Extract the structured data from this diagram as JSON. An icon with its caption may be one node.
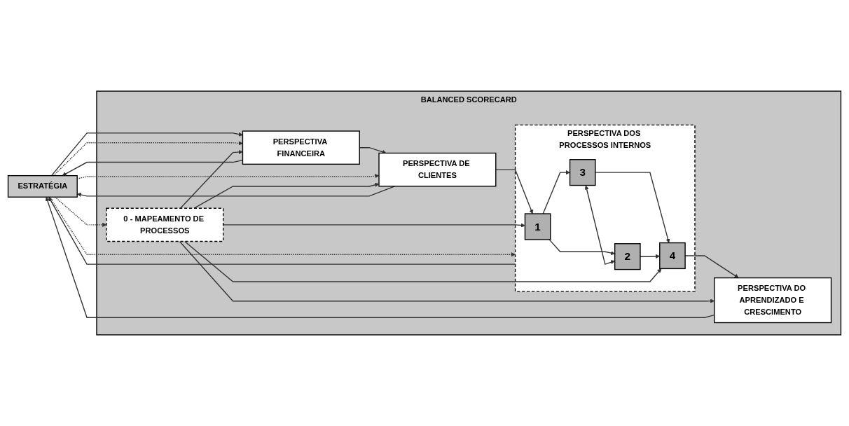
{
  "diagram": {
    "nodes": [
      {
        "text": [
          "ESTRATÉGIA"
        ]
      },
      {
        "text": [
          "BALANCED SCORECARD"
        ]
      },
      {
        "text": [
          "PERSPECTIVA FINANCEIRA"
        ],
        "in": 1
      },
      {
        "text": [
          "PERSPECTIVA DE CLIENTES"
        ],
        "in": 1
      },
      {
        "text": [
          "PERSPECTIVA DOS PROCESSOS INTERNOS"
        ],
        "in": 1
      },
      {
        "text": [
          "1"
        ],
        "in": 4
      },
      {
        "text": [
          "3"
        ],
        "in": 4
      },
      {
        "text": [
          "2"
        ],
        "in": 4
      },
      {
        "text": [
          "4"
        ],
        "in": 4
      },
      {
        "text": [
          "PERSPECTIVA DO APRENDIZADO E CRESCIMENTO"
        ],
        "in": 1
      },
      {
        "text": [
          "0 - MAPEAMENTO DE PROCESSOS"
        ],
        "in": 1
      }
    ],
    "edges": [
      {
        "from": 0,
        "to": 2,
        "arrow": "to"
      },
      {
        "from": 0,
        "to": 10,
        "arrow": "to",
        "style": "dashed"
      },
      {
        "from": 2,
        "to": 3,
        "arrow": "to"
      },
      {
        "from": 3,
        "to": 5,
        "arrow": "to"
      },
      {
        "from": 5,
        "to": 6,
        "arrow": "to"
      },
      {
        "from": 5,
        "to": 7,
        "arrow": "to"
      },
      {
        "from": 6,
        "to": 8,
        "arrow": "to"
      },
      {
        "from": 7,
        "to": 8,
        "arrow": "to"
      },
      {
        "from": 6,
        "to": 7,
        "arrow": "both"
      },
      {
        "from": 8,
        "to": 9,
        "arrow": "to"
      },
      {
        "from": 2,
        "to": 0,
        "arrow": "to"
      },
      {
        "from": 3,
        "to": 0,
        "arrow": "to"
      },
      {
        "from": 4,
        "to": 0,
        "arrow": "to"
      },
      {
        "from": 9,
        "to": 0,
        "arrow": "to"
      },
      {
        "from": 0,
        "to": 2,
        "arrow": "to",
        "style": "dashed"
      },
      {
        "from": 0,
        "to": 3,
        "arrow": "to",
        "style": "dashed"
      },
      {
        "from": 0,
        "to": 4,
        "arrow": "to",
        "style": "dashed"
      },
      {
        "from": 10,
        "to": 2,
        "arrow": "to"
      },
      {
        "from": 10,
        "to": 3,
        "arrow": "to"
      },
      {
        "from": 10,
        "to": 5,
        "arrow": "to"
      },
      {
        "from": 10,
        "to": 8,
        "arrow": "to"
      },
      {
        "from": 10,
        "to": 9,
        "arrow": "to"
      }
    ]
  }
}
